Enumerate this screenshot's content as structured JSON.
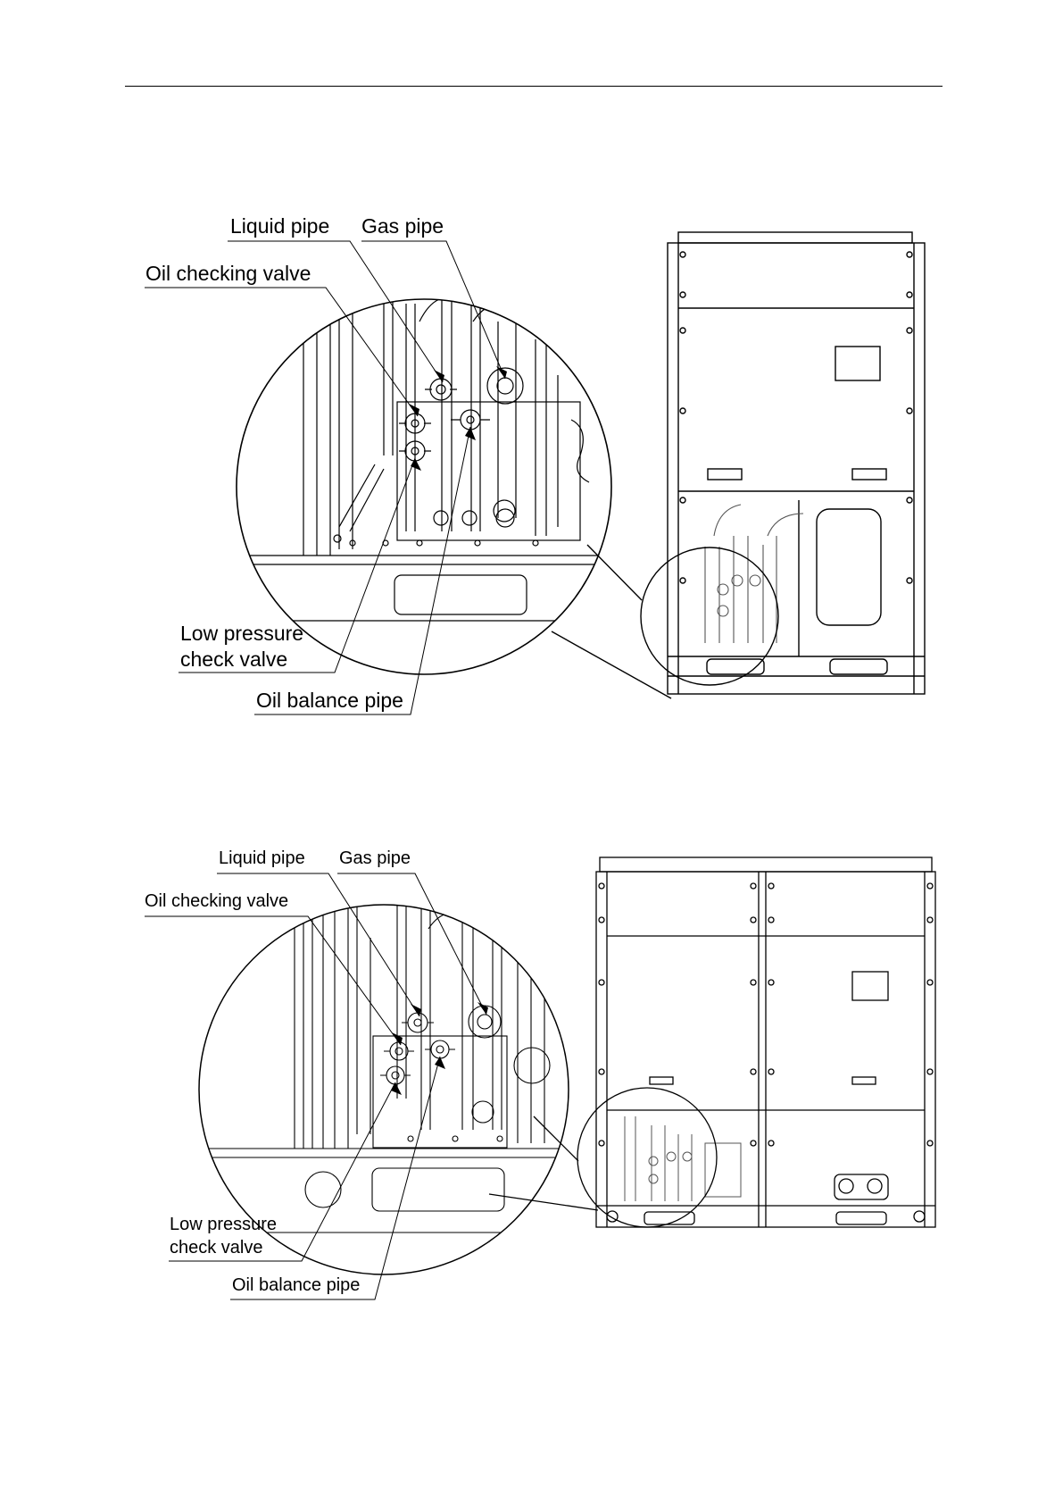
{
  "diagrams": [
    {
      "labels": {
        "liquid_pipe": "Liquid pipe",
        "gas_pipe": "Gas pipe",
        "oil_checking_valve": "Oil checking valve",
        "low_pressure_line1": "Low pressure",
        "low_pressure_line2": "check valve",
        "oil_balance_pipe": "Oil balance pipe"
      }
    },
    {
      "labels": {
        "liquid_pipe": "Liquid pipe",
        "gas_pipe": "Gas pipe",
        "oil_checking_valve": "Oil checking valve",
        "low_pressure_line1": "Low pressure",
        "low_pressure_line2": "check valve",
        "oil_balance_pipe": "Oil balance pipe"
      }
    }
  ],
  "colors": {
    "line": "#000000",
    "background": "#ffffff",
    "detail": "#555555"
  }
}
